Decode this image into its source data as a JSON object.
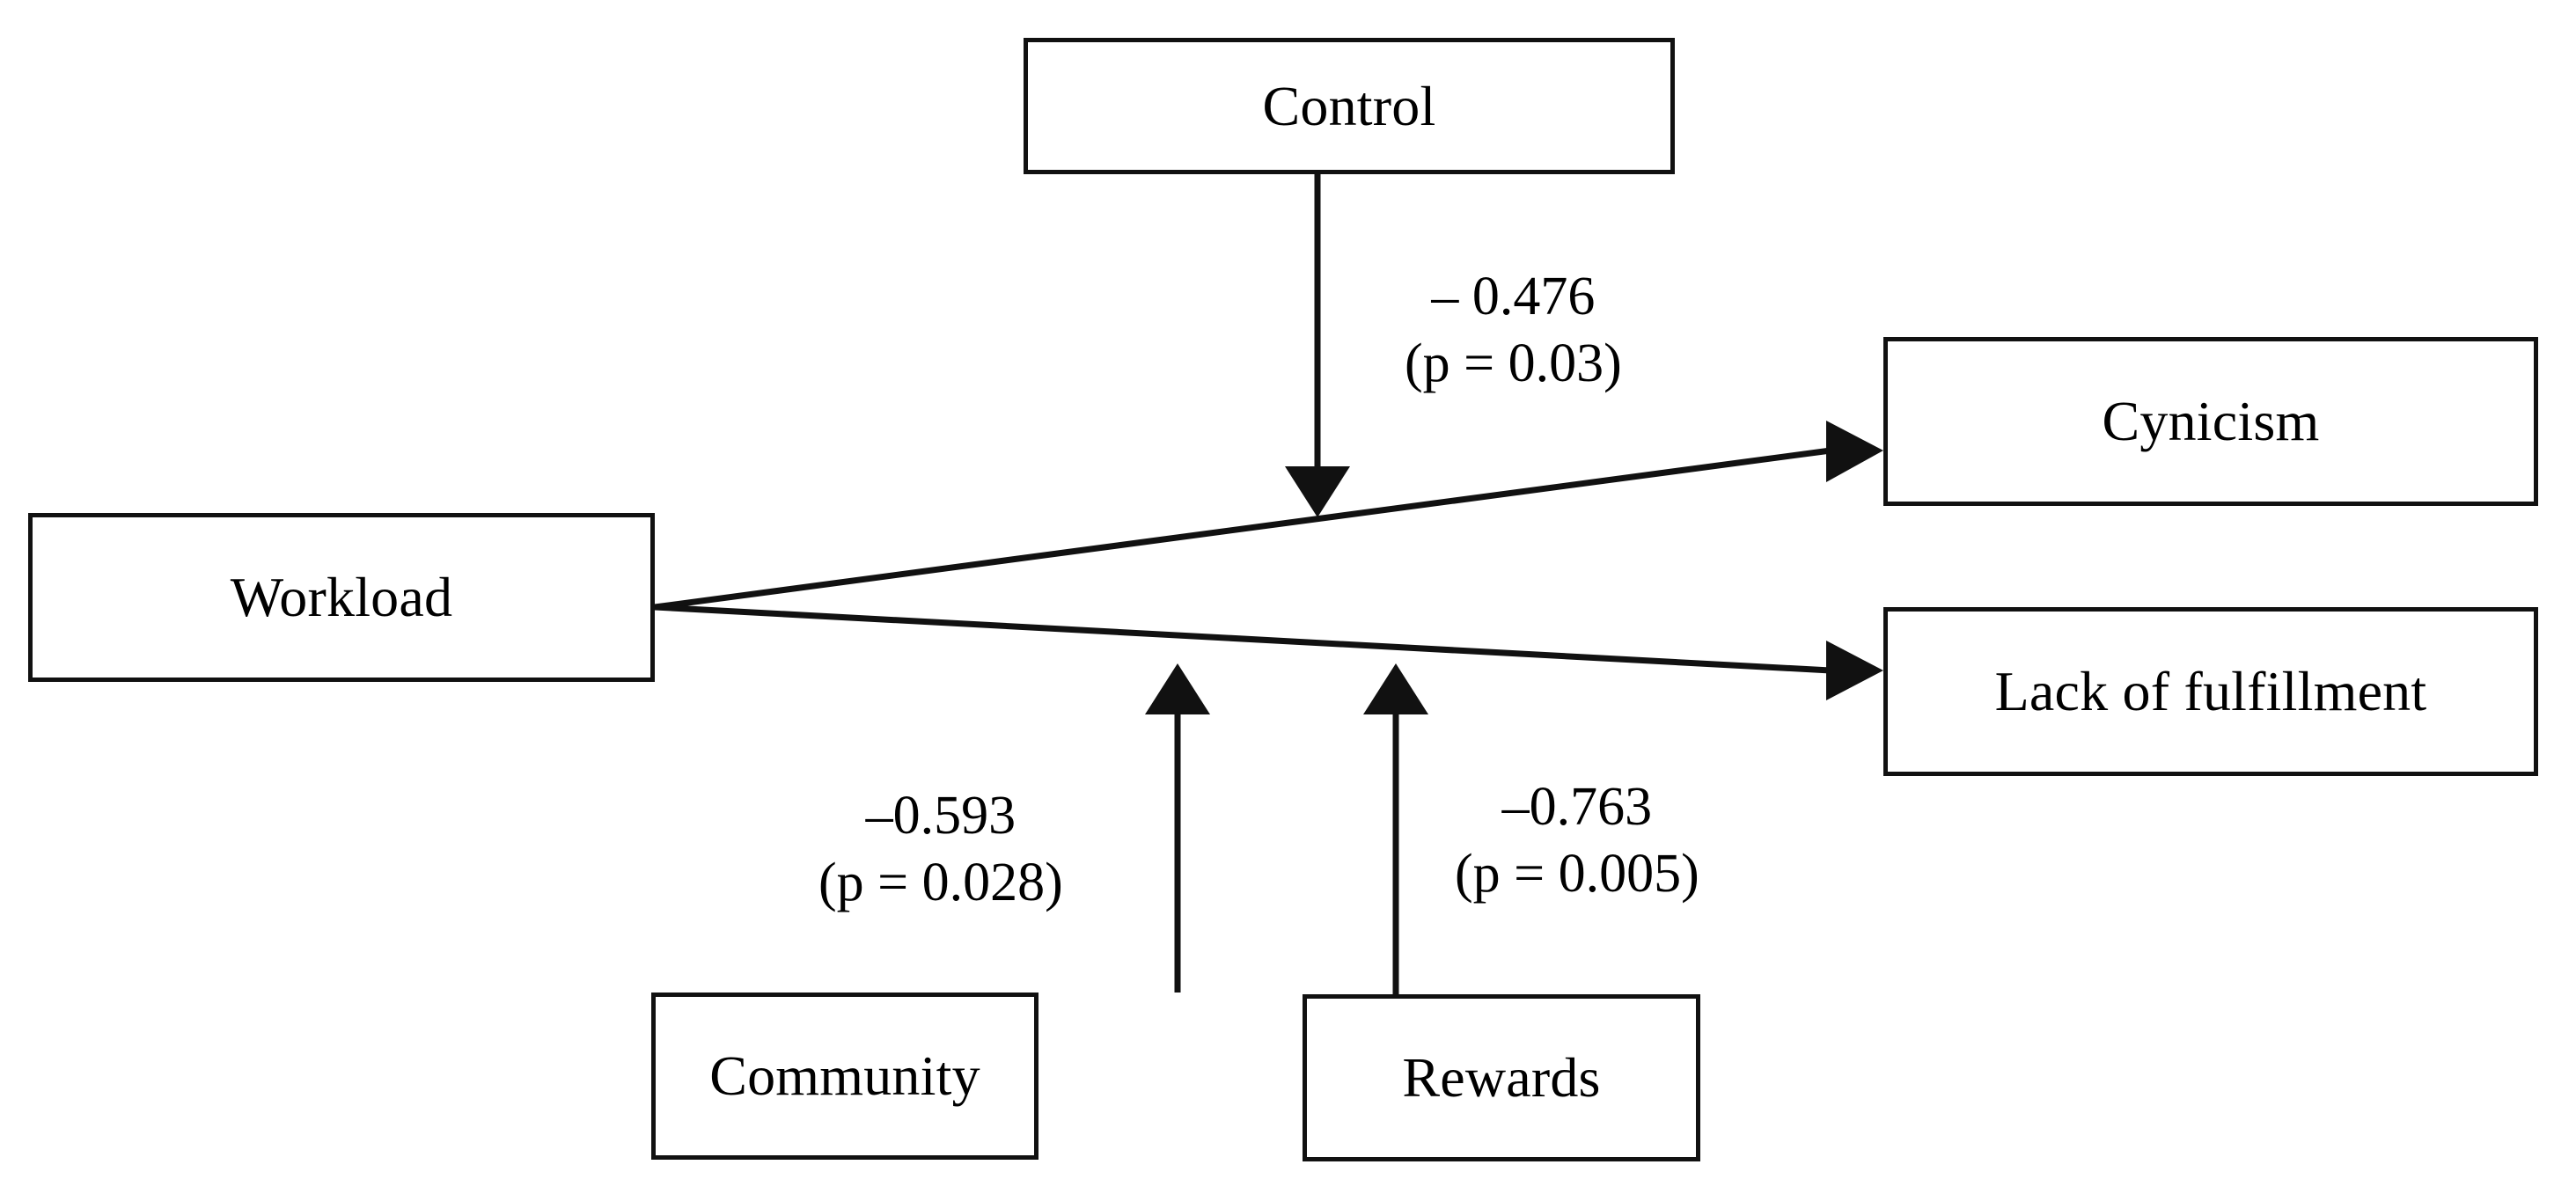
{
  "diagram": {
    "type": "path-diagram",
    "title": "",
    "nodes": [
      {
        "id": "control",
        "label": "Control",
        "role": "moderator"
      },
      {
        "id": "workload",
        "label": "Workload",
        "role": "predictor"
      },
      {
        "id": "cynicism",
        "label": "Cynicism",
        "role": "outcome"
      },
      {
        "id": "lack",
        "label": "Lack of fulfillment",
        "role": "outcome"
      },
      {
        "id": "community",
        "label": "Community",
        "role": "moderator"
      },
      {
        "id": "rewards",
        "label": "Rewards",
        "role": "moderator"
      }
    ],
    "edges": [
      {
        "id": "control-edge",
        "from": "control",
        "to": "workload-paths",
        "direction": "down",
        "coefficient": "– 0.476",
        "p_value": "(p = 0.03)"
      },
      {
        "id": "community-edge",
        "from": "community",
        "to": "workload-paths",
        "direction": "up",
        "coefficient": "–0.593",
        "p_value": "(p = 0.028)"
      },
      {
        "id": "rewards-edge",
        "from": "rewards",
        "to": "workload-paths",
        "direction": "up",
        "coefficient": "–0.763",
        "p_value": "(p = 0.005)"
      },
      {
        "id": "workload-cynicism-edge",
        "from": "workload",
        "to": "cynicism",
        "direction": "right",
        "coefficient": "",
        "p_value": ""
      },
      {
        "id": "workload-lack-edge",
        "from": "workload",
        "to": "lack",
        "direction": "right",
        "coefficient": "",
        "p_value": ""
      }
    ],
    "colors": {
      "stroke": "#111111",
      "background": "#ffffff",
      "text": "#000000"
    }
  }
}
